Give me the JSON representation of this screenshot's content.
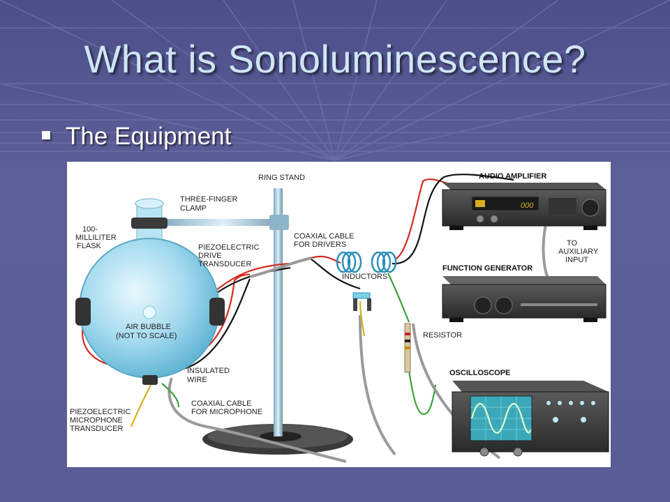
{
  "slide": {
    "title": "What is Sonoluminescence?",
    "bullet": "The Equipment"
  },
  "diagram": {
    "labels": {
      "ring_stand": "RING STAND",
      "three_finger_clamp_1": "THREE-FINGER",
      "three_finger_clamp_2": "CLAMP",
      "flask_1": "100-",
      "flask_2": "MILLILITER",
      "flask_3": "FLASK",
      "drive_transducer_1": "PIEZOELECTRIC",
      "drive_transducer_2": "DRIVE",
      "drive_transducer_3": "TRANSDUCER",
      "coax_drivers_1": "COAXIAL CABLE",
      "coax_drivers_2": "FOR DRIVERS",
      "inductors": "INDUCTORS",
      "air_bubble_1": "AIR BUBBLE",
      "air_bubble_2": "(NOT TO SCALE)",
      "insulated_wire_1": "INSULATED",
      "insulated_wire_2": "WIRE",
      "mic_transducer_1": "PIEZOELECTRIC",
      "mic_transducer_2": "MICROPHONE",
      "mic_transducer_3": "TRANSDUCER",
      "coax_mic_1": "COAXIAL CABLE",
      "coax_mic_2": "FOR MICROPHONE",
      "audio_amplifier": "AUDIO AMPLIFIER",
      "aux_input_1": "TO",
      "aux_input_2": "AUXILIARY",
      "aux_input_3": "INPUT",
      "function_generator": "FUNCTION GENERATOR",
      "resistor": "RESISTOR",
      "oscilloscope": "OSCILLOSCOPE",
      "amp_display": "000"
    },
    "colors": {
      "flask": "#9fd8ee",
      "red_wire": "#d42a1e",
      "green_wire": "#3aa13a",
      "yellow_wire": "#d8b020",
      "screen": "#3aa8b8"
    }
  }
}
